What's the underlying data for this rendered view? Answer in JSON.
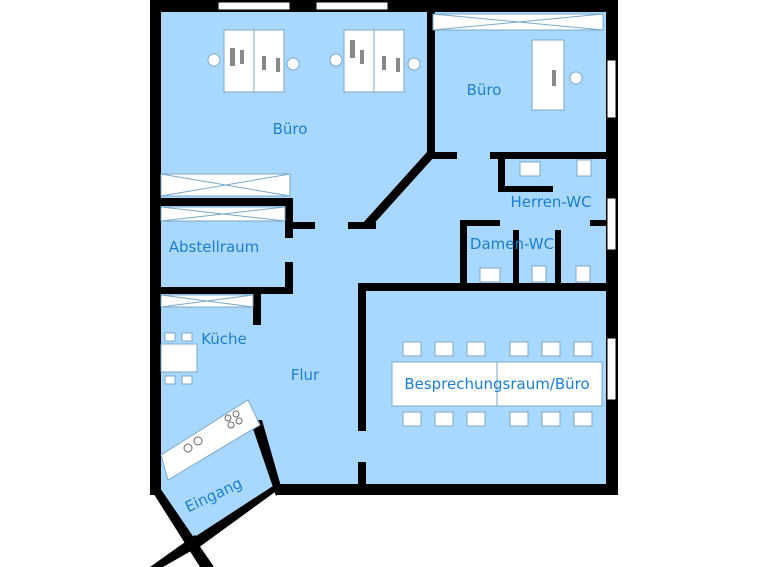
{
  "colors": {
    "floor": "#a8d8ff",
    "wall": "#000000",
    "label": "#1a7fd0",
    "furniture_fill": "#ffffff",
    "furniture_stroke": "#7aa9c9"
  },
  "rooms": {
    "buero_left": "Büro",
    "buero_right": "Büro",
    "abstellraum": "Abstellraum",
    "kueche": "Küche",
    "flur": "Flur",
    "herren_wc": "Herren-WC",
    "damen_wc": "Damen-WC",
    "besprechungsraum": "Besprechungsraum/Büro",
    "eingang": "Eingang"
  },
  "icons": {
    "desk": "desk-icon",
    "chair": "chair-icon",
    "toilet": "toilet-icon",
    "sink": "sink-icon",
    "stove": "stove-icon",
    "window": "window-icon",
    "shelf": "shelf-icon"
  }
}
